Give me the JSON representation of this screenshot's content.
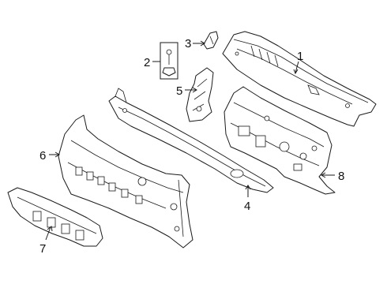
{
  "callouts": [
    {
      "id": "1",
      "text": "1"
    },
    {
      "id": "2",
      "text": "2"
    },
    {
      "id": "3",
      "text": "3"
    },
    {
      "id": "4",
      "text": "4"
    },
    {
      "id": "5",
      "text": "5"
    },
    {
      "id": "6",
      "text": "6"
    },
    {
      "id": "7",
      "text": "7"
    },
    {
      "id": "8",
      "text": "8"
    }
  ]
}
